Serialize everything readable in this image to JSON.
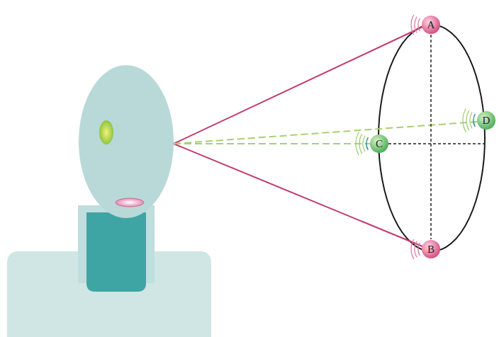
{
  "diagram": {
    "nodes": [
      {
        "text": [
          "A"
        ]
      },
      {
        "text": [
          "B"
        ]
      },
      {
        "text": [
          "C"
        ]
      },
      {
        "text": [
          "D"
        ]
      }
    ],
    "edges": [
      {
        "from": 0,
        "to": 1,
        "arrow": "none"
      }
    ]
  }
}
